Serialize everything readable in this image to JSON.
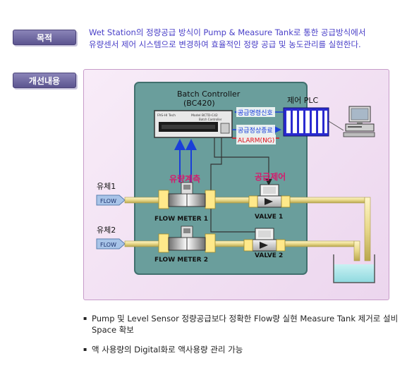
{
  "purpose": {
    "badge": "목적",
    "lines": [
      "Wet Station의 정량공급 방식이 Pump & Measure Tank로 통한 공급방식에서",
      "유량센서 제어 시스템으로 변경하여 효율적인 정량 공급 및 농도관리를 실현한다."
    ]
  },
  "improvement": {
    "badge": "개선내용"
  },
  "diagram": {
    "controller_title": "Batch Controller",
    "controller_model": "(BC420)",
    "device_top_left": "FAS-HI Tech",
    "device_top_mid": "Model BCTD-C42",
    "device_top_sub": "Batch Controller",
    "plc_label": "제어 PLC",
    "signal_supply_cmd": "공급명령신호",
    "signal_supply_done": "공급정상종료",
    "signal_alarm": "ALARM(NG)",
    "flow_measure": "유량계측",
    "supply_control": "공급제어",
    "fluid1": "유체1",
    "fluid2": "유체2",
    "flow_tag": "FLOW",
    "flow_meter_1": "FLOW METER 1",
    "flow_meter_2": "FLOW METER 2",
    "valve_1": "VALVE 1",
    "valve_2": "VALVE 2",
    "colors": {
      "control_box": "#6a9e9c",
      "supply_label": "#d61a6c",
      "signal_blue": "#1a3fd8",
      "alarm_red": "#e0101a",
      "plc_blue": "#2a2ad0"
    }
  },
  "notes": [
    "Pump 및 Level Sensor 정량공급보다 정확한 Flow량 실현 Measure Tank 제거로 설비 Space 확보",
    "액 사용량의 Digital화로 액사용량 관리 가능"
  ]
}
